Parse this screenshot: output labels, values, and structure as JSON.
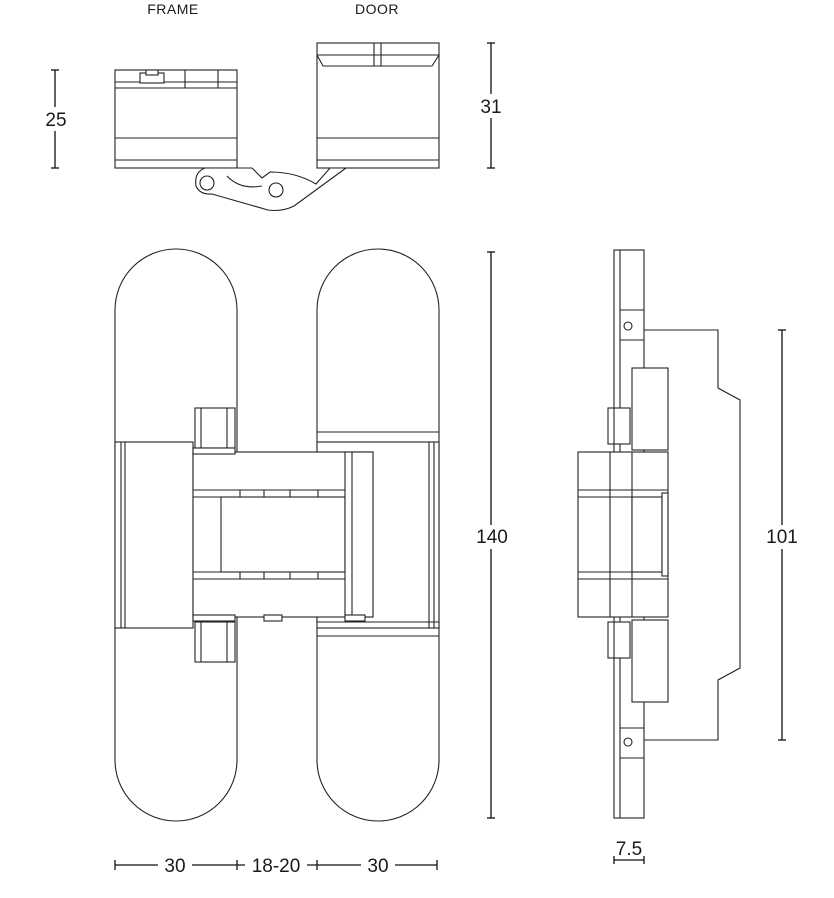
{
  "labels": {
    "frame": "FRAME",
    "door": "DOOR"
  },
  "dimensions": {
    "top_frame_height": "25",
    "top_door_height": "31",
    "total_height": "140",
    "body_height": "101",
    "frame_width": "30",
    "gap": "18-20",
    "door_width": "30",
    "side_depth": "7.5"
  }
}
